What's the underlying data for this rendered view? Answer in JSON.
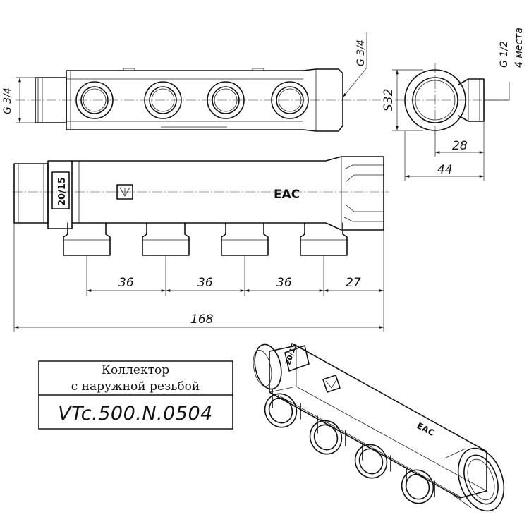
{
  "drawing": {
    "dimensions": {
      "pitch_1": "36",
      "pitch_2": "36",
      "pitch_3": "36",
      "end_offset": "27",
      "overall_length": "168",
      "height": "S32",
      "side_outlet_depth": "28",
      "side_overall": "44"
    },
    "callouts": {
      "main_thread_left": "G 3/4",
      "main_thread_right": "G 3/4",
      "outlet_thread": "G 1/2",
      "outlet_count": "4 места"
    },
    "markings": {
      "size_label": "20/15",
      "cert_mark": "EAC"
    },
    "title_block": {
      "line1": "Коллектор",
      "line2": "с наружной резьбой",
      "product_code": "VTc.500.N.0504"
    }
  }
}
